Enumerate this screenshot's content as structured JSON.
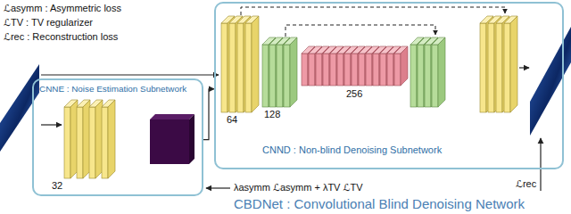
{
  "diagram": {
    "nodes": [
      {
        "text": [
          "CNNE : Noise Estimation Subnetwork"
        ]
      },
      {
        "text": [
          "CNND : Non-blind Denoising Subnetwork"
        ]
      }
    ],
    "edges": [
      {
        "from": 0,
        "to": 1,
        "arrow": "to"
      }
    ],
    "labels": [
      "ℒasymm : Asymmetric loss",
      "ℒTV : TV regularizer",
      "ℒrec : Reconstruction loss",
      "32",
      "64",
      "128",
      "256",
      "λasymm ℒasymm + λTV ℒTV",
      "CBDNet : Convolutional Blind Denoising Network",
      "ℒrec"
    ]
  }
}
